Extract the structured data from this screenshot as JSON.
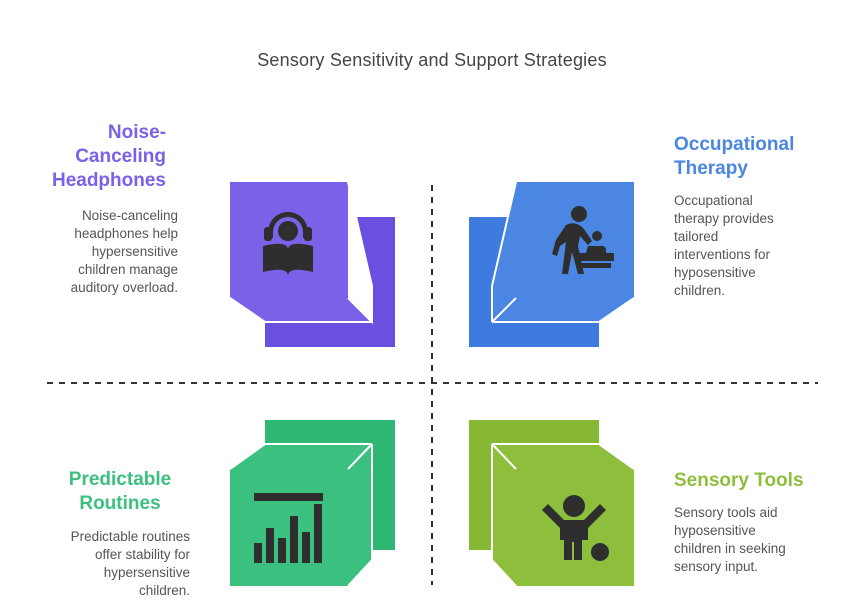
{
  "title": "Sensory Sensitivity and Support Strategies",
  "quadrants": {
    "top_left": {
      "heading": "Noise-\nCanceling\nHeadphones",
      "description": "Noise-canceling\nheadphones help\nhypersensitive\nchildren manage\nauditory overload.",
      "color": "#7B61E8",
      "icon": "reading-with-headphones-icon"
    },
    "top_right": {
      "heading": "Occupational\nTherapy",
      "description": "Occupational\ntherapy provides\ntailored\ninterventions for\nhyposensitive\nchildren.",
      "color": "#4A86E2",
      "icon": "caregiver-with-child-icon"
    },
    "bottom_left": {
      "heading": "Predictable\nRoutines",
      "description": "Predictable routines\noffer stability for\nhypersensitive\nchildren.",
      "color": "#3CC07F",
      "icon": "bar-chart-icon"
    },
    "bottom_right": {
      "heading": "Sensory Tools",
      "description": "Sensory tools aid\nhyposensitive\nchildren in seeking\nsensory input.",
      "color": "#8DBE3C",
      "icon": "child-with-ball-icon"
    }
  }
}
